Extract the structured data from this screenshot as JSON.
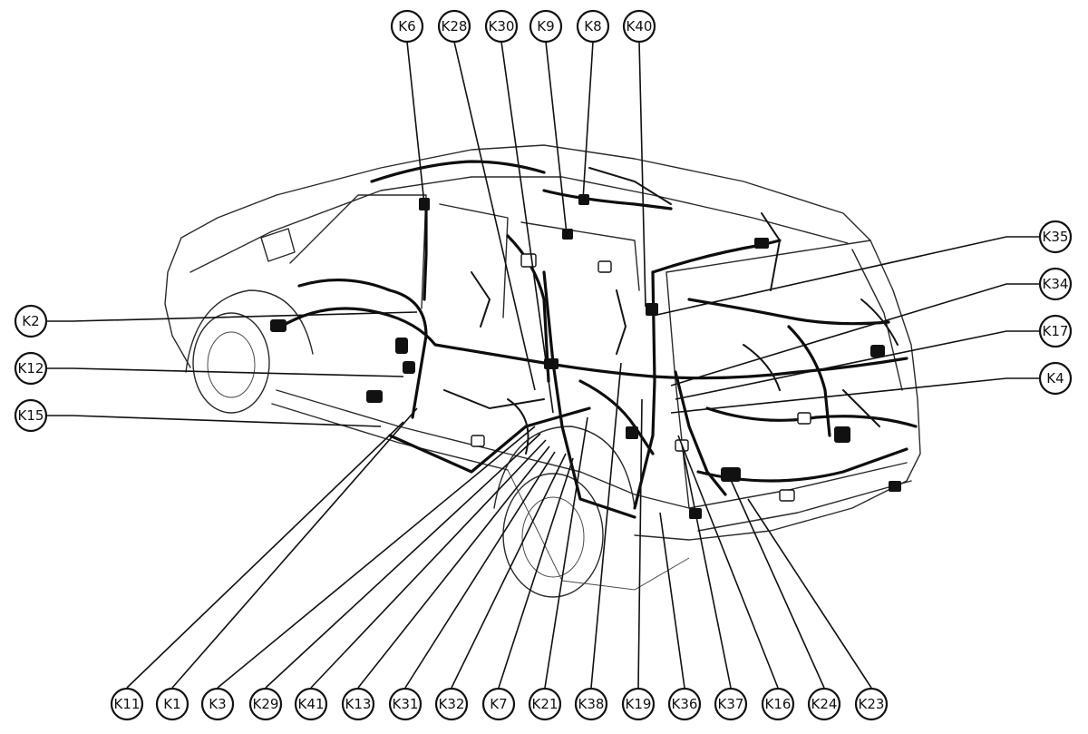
{
  "callouts": {
    "K6": "K6",
    "K28": "K28",
    "K30": "K30",
    "K9": "K9",
    "K8": "K8",
    "K40": "K40",
    "K35": "K35",
    "K34": "K34",
    "K17": "K17",
    "K4": "K4",
    "K2": "K2",
    "K12": "K12",
    "K15": "K15",
    "K11": "K11",
    "K1": "K1",
    "K3": "K3",
    "K29": "K29",
    "K41": "K41",
    "K13": "K13",
    "K31": "K31",
    "K32": "K32",
    "K7": "K7",
    "K21": "K21",
    "K38": "K38",
    "K19": "K19",
    "K36": "K36",
    "K37": "K37",
    "K16": "K16",
    "K24": "K24",
    "K23": "K23"
  }
}
